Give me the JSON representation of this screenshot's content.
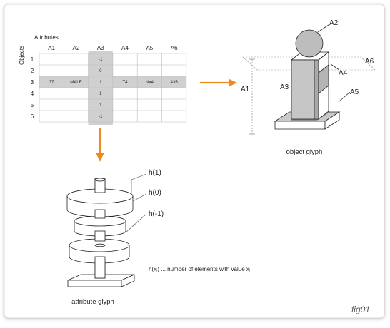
{
  "colors": {
    "arrow": "#ea8a1f",
    "highlight": "#d0d0d0",
    "grid": "#bbbbbb",
    "shade_dark": "#8f8f8f",
    "shade_light": "#c9c9c9",
    "line": "#222222"
  },
  "table": {
    "attributes_label": "Attributes",
    "objects_label": "Objects",
    "columns": [
      "A1",
      "A2",
      "A3",
      "A4",
      "A5",
      "A6"
    ],
    "rows": [
      "1",
      "2",
      "3",
      "4",
      "5",
      "6"
    ],
    "highlight_column": 2,
    "highlight_row": 2,
    "cells": [
      [
        "",
        "",
        "-1",
        "",
        "",
        ""
      ],
      [
        "",
        "",
        "0",
        "",
        "",
        ""
      ],
      [
        "37",
        "MALE",
        "1",
        "T4",
        "N=4",
        "435"
      ],
      [
        "",
        "",
        "1",
        "",
        "",
        ""
      ],
      [
        "",
        "",
        "1",
        "",
        "",
        ""
      ],
      [
        "",
        "",
        "-1",
        "",
        "",
        ""
      ]
    ]
  },
  "object_glyph": {
    "caption": "object glyph",
    "labels": {
      "a1": "A1",
      "a2": "A2",
      "a3": "A3",
      "a4": "A4",
      "a5": "A5",
      "a6": "A6"
    }
  },
  "attribute_glyph": {
    "caption": "attribute glyph",
    "labels": {
      "h1": "h(1)",
      "h0": "h(0)",
      "hm1": "h(-1)"
    },
    "legend": "h(xᵢ) ... number of elements with value xᵢ"
  },
  "figure_label": "fig01"
}
